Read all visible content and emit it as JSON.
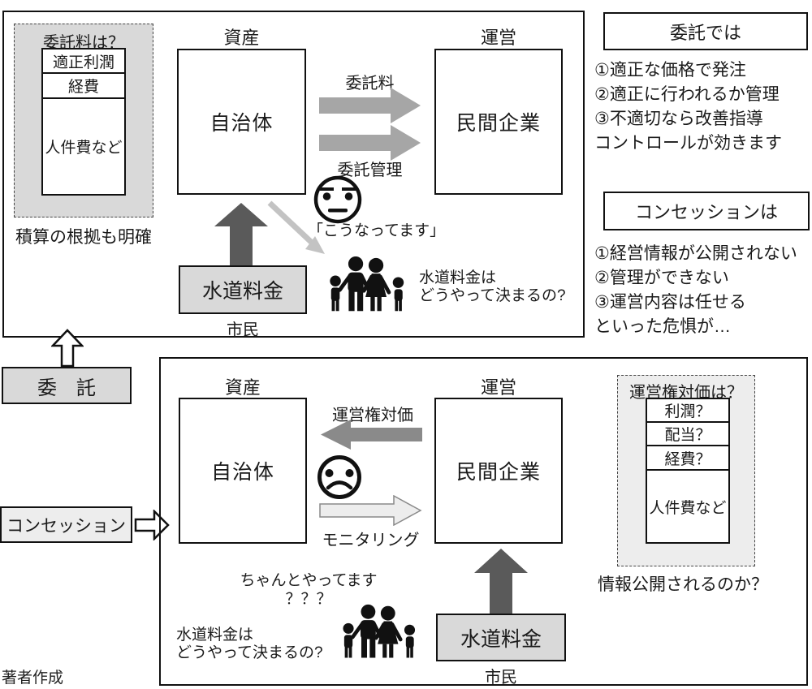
{
  "top": {
    "cost_box": {
      "title": "委託料は？",
      "rows": [
        "適正利潤",
        "経費",
        "人件費など"
      ],
      "caption": "積算の根拠も明確"
    },
    "asset_label": "資産",
    "operation_label": "運営",
    "municipality": "自治体",
    "company": "民間企業",
    "fee_arrow_label": "委託料",
    "manage_arrow_label": "委託管理",
    "quote": "「こうなってます」",
    "fee_box_label": "水道料金",
    "citizen_label": "市民",
    "citizen_question": [
      "水道料金は",
      "どうやって決まるの?"
    ]
  },
  "right": {
    "consignment": {
      "title": "委託では",
      "lines": [
        "①適正な価格で発注",
        "②適正に行われるか管理",
        "③不適切なら改善指導",
        "コントロールが効きます"
      ]
    },
    "concession": {
      "title": "コンセッションは",
      "lines": [
        "①経営情報が公開されない",
        "②管理ができない",
        "③運営内容は任せる",
        "といった危惧が…"
      ]
    }
  },
  "side": {
    "consignment_label": "委　託",
    "concession_label": "コンセッション"
  },
  "bottom": {
    "asset_label": "資産",
    "operation_label": "運営",
    "municipality": "自治体",
    "company": "民間企業",
    "value_arrow_label": "運営権対価",
    "monitoring_arrow_label": "モニタリング",
    "company_claim": [
      "ちゃんとやってます",
      "？？？"
    ],
    "citizen_question": [
      "水道料金は",
      "どうやって決まるの?"
    ],
    "fee_box_label": "水道料金",
    "citizen_label": "市民",
    "value_box": {
      "title": "運営権対価は？",
      "rows": [
        "利潤？",
        "配当？",
        "経費？",
        "人件費など"
      ],
      "caption": "情報公開されるのか？"
    }
  },
  "footer": {
    "credit": "著者作成"
  },
  "icons": {
    "family": "family-pictogram",
    "face_top": "neutral-watching-face",
    "face_bottom": "sad-face"
  },
  "colors": {
    "gray_box_fill": "#d9d9d9",
    "light_box_fill": "#ededed",
    "mid_arrow": "#a6a6a6",
    "dark_arrow": "#5a5a5a",
    "left_arrow": "#8a8a8a",
    "light_arrow": "#ededed",
    "diag_arrow": "#c3c3c3"
  }
}
